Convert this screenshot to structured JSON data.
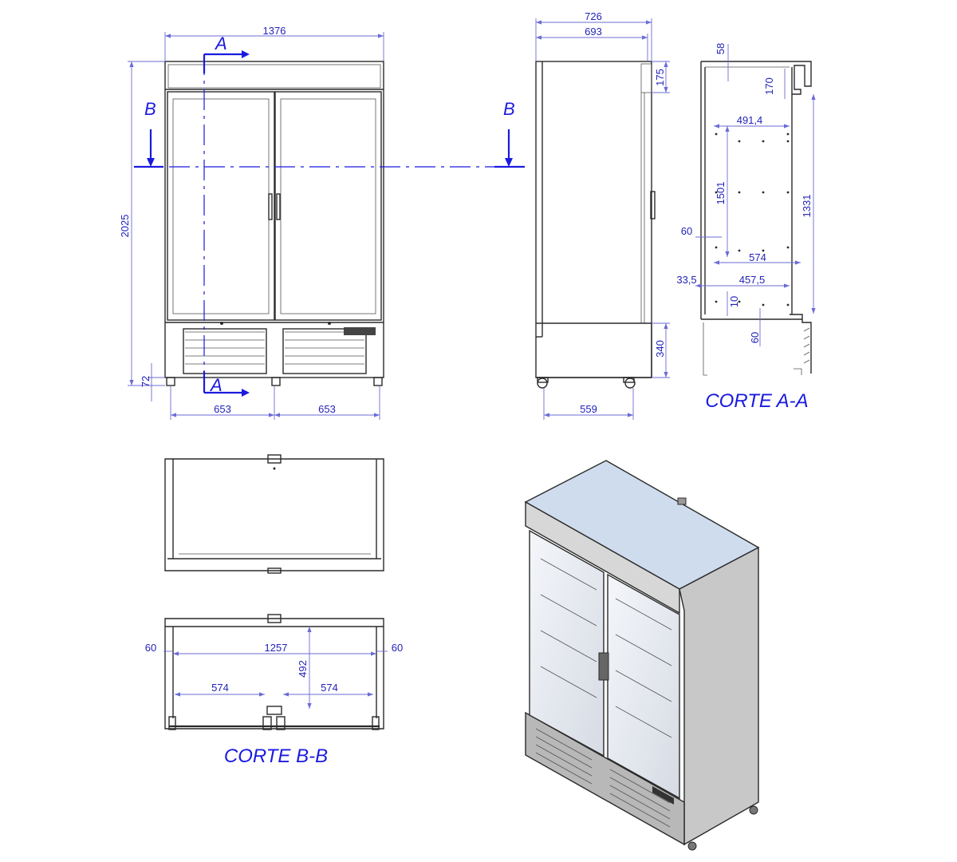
{
  "front_view": {
    "overall_width": "1376",
    "overall_height": "2025",
    "foot_height": "72",
    "left_door_width": "653",
    "right_door_width": "653",
    "section_aa_marker": "A",
    "section_bb_marker": "B"
  },
  "side_view": {
    "overall_depth": "726",
    "body_depth": "693",
    "top_height": "175",
    "base_height": "340",
    "foot_span": "559"
  },
  "section_aa": {
    "title": "CORTE A-A",
    "dim_58": "58",
    "dim_170": "170",
    "dim_491_4": "491,4",
    "dim_1501": "1501",
    "dim_1331": "1331",
    "dim_60_left": "60",
    "dim_574": "574",
    "dim_33_5": "33,5",
    "dim_457_5": "457,5",
    "dim_10": "10",
    "dim_60_bottom": "60"
  },
  "section_bb": {
    "title": "CORTE B-B",
    "dim_60_left": "60",
    "dim_1257": "1257",
    "dim_60_right": "60",
    "dim_492": "492",
    "dim_574_left": "574",
    "dim_574_right": "574"
  },
  "colors": {
    "dimension_blue": "#2323b8",
    "cut_line_blue": "#1a1ae0",
    "line_gray": "#2a2a2a",
    "glass_tint": "#c9d8ec",
    "cabinet_gray": "#c8c8c8"
  }
}
